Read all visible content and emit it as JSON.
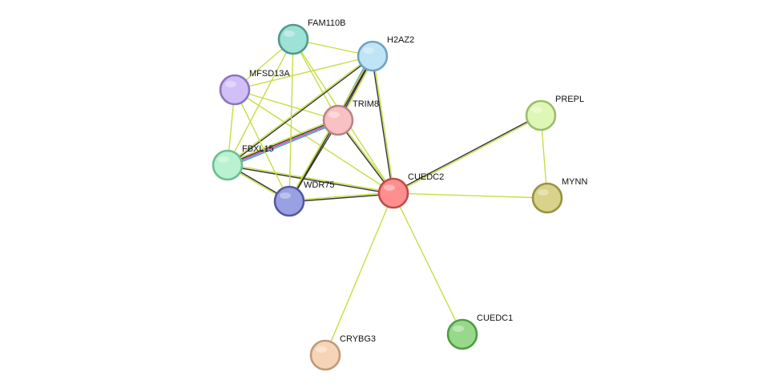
{
  "network": {
    "nodes": [
      {
        "id": "CUEDC2",
        "label": "CUEDC2",
        "fill": "#ff8f8f",
        "stroke": "#c24a4a",
        "query": true
      },
      {
        "id": "TRIM8",
        "label": "TRIM8",
        "fill": "#f8c2c4",
        "stroke": "#b98587"
      },
      {
        "id": "H2AZ2",
        "label": "H2AZ2",
        "fill": "#bfe4f6",
        "stroke": "#6ea4c0"
      },
      {
        "id": "FAM110B",
        "label": "FAM110B",
        "fill": "#9ee1d6",
        "stroke": "#4f9a8c"
      },
      {
        "id": "MFSD13A",
        "label": "MFSD13A",
        "fill": "#d2bff7",
        "stroke": "#8b74c2"
      },
      {
        "id": "FBXL15",
        "label": "FBXL15",
        "fill": "#b8f2d0",
        "stroke": "#6dbd8f"
      },
      {
        "id": "WDR75",
        "label": "WDR75",
        "fill": "#9aa1e2",
        "stroke": "#535aa0"
      },
      {
        "id": "PREPL",
        "label": "PREPL",
        "fill": "#def7b5",
        "stroke": "#9bbd6a"
      },
      {
        "id": "MYNN",
        "label": "MYNN",
        "fill": "#d8d28a",
        "stroke": "#999240"
      },
      {
        "id": "CUEDC1",
        "label": "CUEDC1",
        "fill": "#97d98a",
        "stroke": "#4f9d44"
      },
      {
        "id": "CRYBG3",
        "label": "CRYBG3",
        "fill": "#f6d4b8",
        "stroke": "#c19a78"
      }
    ],
    "edge_colors": {
      "textmining": "#c8dd44",
      "coexpression": "#333333",
      "experiments": "#d13cb2",
      "curated": "#2fa0c8"
    },
    "edges": [
      {
        "source": "CUEDC2",
        "target": "TRIM8",
        "types": [
          "coexpression",
          "textmining"
        ]
      },
      {
        "source": "CUEDC2",
        "target": "H2AZ2",
        "types": [
          "coexpression",
          "textmining"
        ]
      },
      {
        "source": "CUEDC2",
        "target": "FAM110B",
        "types": [
          "textmining"
        ]
      },
      {
        "source": "CUEDC2",
        "target": "MFSD13A",
        "types": [
          "textmining"
        ]
      },
      {
        "source": "CUEDC2",
        "target": "FBXL15",
        "types": [
          "coexpression",
          "textmining"
        ]
      },
      {
        "source": "CUEDC2",
        "target": "WDR75",
        "types": [
          "coexpression",
          "textmining"
        ]
      },
      {
        "source": "CUEDC2",
        "target": "PREPL",
        "types": [
          "coexpression",
          "textmining"
        ]
      },
      {
        "source": "CUEDC2",
        "target": "MYNN",
        "types": [
          "textmining"
        ]
      },
      {
        "source": "CUEDC2",
        "target": "CUEDC1",
        "types": [
          "textmining"
        ]
      },
      {
        "source": "CUEDC2",
        "target": "CRYBG3",
        "types": [
          "textmining"
        ]
      },
      {
        "source": "TRIM8",
        "target": "H2AZ2",
        "types": [
          "curated",
          "experiments",
          "coexpression",
          "textmining"
        ]
      },
      {
        "source": "TRIM8",
        "target": "FAM110B",
        "types": [
          "textmining"
        ]
      },
      {
        "source": "TRIM8",
        "target": "MFSD13A",
        "types": [
          "textmining"
        ]
      },
      {
        "source": "TRIM8",
        "target": "FBXL15",
        "types": [
          "curated",
          "experiments",
          "coexpression",
          "textmining"
        ]
      },
      {
        "source": "TRIM8",
        "target": "WDR75",
        "types": [
          "coexpression",
          "textmining"
        ]
      },
      {
        "source": "H2AZ2",
        "target": "FAM110B",
        "types": [
          "textmining"
        ]
      },
      {
        "source": "H2AZ2",
        "target": "MFSD13A",
        "types": [
          "textmining"
        ]
      },
      {
        "source": "H2AZ2",
        "target": "FBXL15",
        "types": [
          "coexpression",
          "textmining"
        ]
      },
      {
        "source": "H2AZ2",
        "target": "WDR75",
        "types": [
          "coexpression",
          "textmining"
        ]
      },
      {
        "source": "FAM110B",
        "target": "MFSD13A",
        "types": [
          "textmining"
        ]
      },
      {
        "source": "FAM110B",
        "target": "FBXL15",
        "types": [
          "textmining"
        ]
      },
      {
        "source": "FAM110B",
        "target": "WDR75",
        "types": [
          "textmining"
        ]
      },
      {
        "source": "MFSD13A",
        "target": "FBXL15",
        "types": [
          "textmining"
        ]
      },
      {
        "source": "MFSD13A",
        "target": "WDR75",
        "types": [
          "textmining"
        ]
      },
      {
        "source": "FBXL15",
        "target": "WDR75",
        "types": [
          "coexpression",
          "textmining"
        ]
      },
      {
        "source": "PREPL",
        "target": "MYNN",
        "types": [
          "textmining"
        ]
      }
    ]
  }
}
